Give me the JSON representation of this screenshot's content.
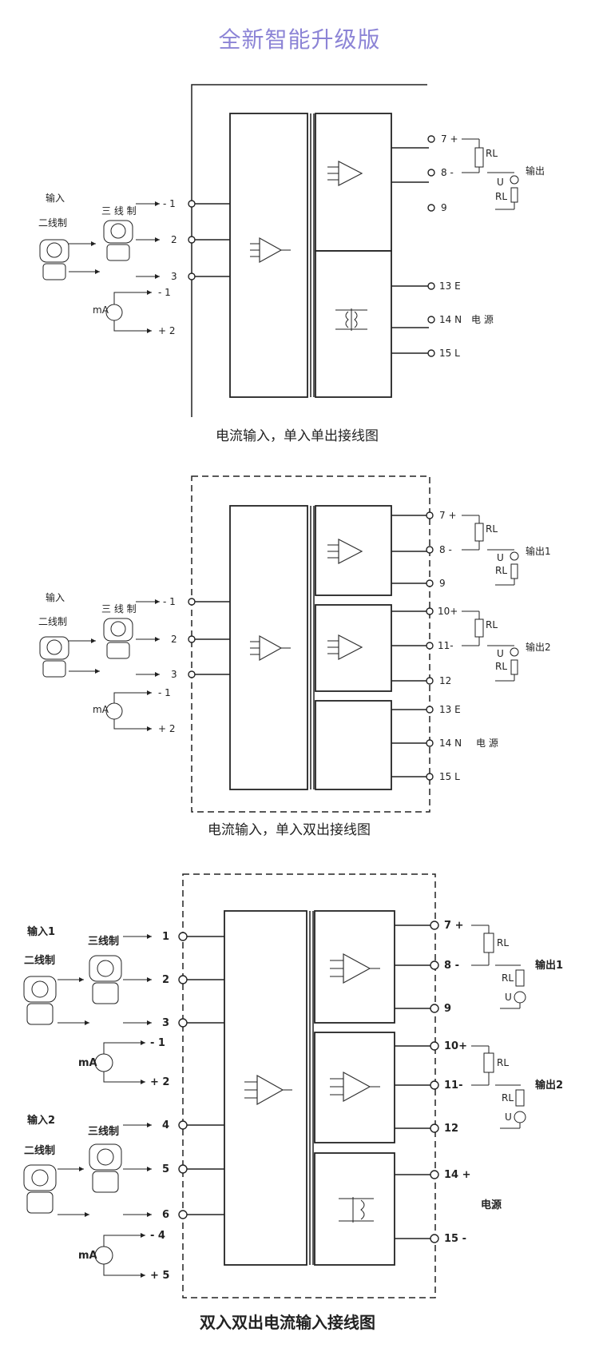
{
  "header": {
    "title": "全新智能升级版"
  },
  "diagram1": {
    "caption": "电流输入，单入单出接线图",
    "input_label": "输入",
    "two_wire": "二线制",
    "three_wire": "三 线 制",
    "ma": "mA",
    "terminals_in": [
      "- 1",
      "2",
      "3",
      "- 1",
      "+ 2"
    ],
    "terminals_out": [
      "7 +",
      "8 -",
      "9",
      "13 E",
      "14 N",
      "15 L"
    ],
    "output_label": "输出",
    "power_label": "电 源",
    "rl": "RL",
    "u": "U"
  },
  "diagram2": {
    "caption": "电流输入，单入双出接线图",
    "input_label": "输入",
    "two_wire": "二线制",
    "three_wire": "三 线 制",
    "ma": "mA",
    "terminals_in": [
      "- 1",
      "2",
      "3",
      "- 1",
      "+ 2"
    ],
    "terminals_out": [
      "7 +",
      "8 -",
      "9",
      "10+",
      "11-",
      "12",
      "13 E",
      "14 N",
      "15 L"
    ],
    "output1": "输出1",
    "output2": "输出2",
    "power_label": "电 源",
    "rl": "RL",
    "u": "U"
  },
  "diagram3": {
    "caption": "双入双出电流输入接线图",
    "input1": "输入1",
    "input2": "输入2",
    "two_wire": "二线制",
    "three_wire": "三线制",
    "ma": "mA",
    "terminals_in": [
      "1",
      "2",
      "3",
      "- 1",
      "+ 2",
      "4",
      "5",
      "6",
      "- 4",
      "+ 5"
    ],
    "terminals_out": [
      "7 +",
      "8 -",
      "9",
      "10+",
      "11-",
      "12",
      "14 +",
      "15 -"
    ],
    "output1": "输出1",
    "output2": "输出2",
    "power_label": "电源",
    "rl": "RL",
    "u": "U"
  }
}
